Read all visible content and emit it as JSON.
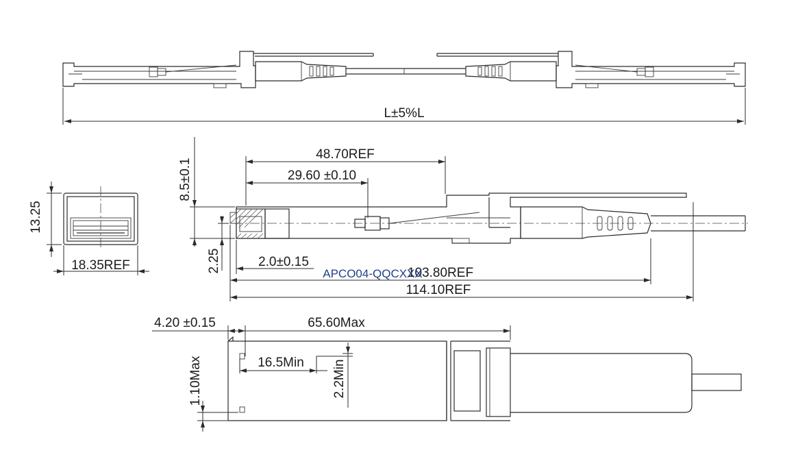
{
  "dimensions": {
    "overall_length": "L±5%L",
    "ref_48_70": "48.70REF",
    "ref_29_60": "29.60 ±0.10",
    "height_8_5": "8.5±0.1",
    "side_13_25": "13.25",
    "width_18_35": "18.35REF",
    "dim_2_25": "2.25",
    "dim_2_0": "2.0±0.15",
    "ref_103_80": "103.80REF",
    "ref_114_10": "114.10REF",
    "dim_4_20": "4.20 ±0.15",
    "max_65_60": "65.60Max",
    "min_16_5": "16.5Min",
    "min_2_2": "2.2Min",
    "max_1_10": "1.10Max"
  },
  "part_number": "APCO04-QQCXXX"
}
